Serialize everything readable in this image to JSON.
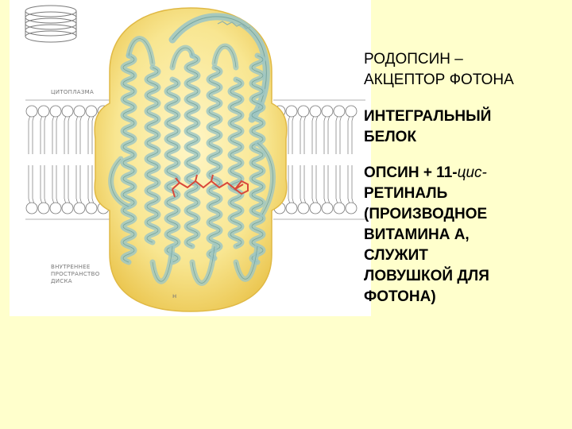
{
  "figure": {
    "labels": {
      "cytoplasm": "ЦИТОПЛАЗМА",
      "intradisc": [
        "ВНУТРЕННЕЕ",
        "ПРОСТРАНСТВО",
        "ДИСКА"
      ]
    },
    "colors": {
      "background": "#FFFFCC",
      "cell_body": "#F8E27A",
      "helix": "#9FC7C3",
      "retinal": "#D9483A",
      "membrane_line": "#6E6E6E"
    }
  },
  "captions": {
    "item1": [
      "РОДОПСИН –",
      "АКЦЕПТОР ФОТОНА"
    ],
    "item2": [
      "ИНТЕГРАЛЬНЫЙ",
      "БЕЛОК"
    ],
    "item3": {
      "line1_bold": "ОПСИН + 11-",
      "line1_italic": "цис-",
      "rest": [
        "РЕТИНАЛЬ",
        "(ПРОИЗВОДНОЕ",
        "ВИТАМИНА А,",
        "СЛУЖИТ",
        "ЛОВУШКОЙ ДЛЯ",
        "ФОТОНА)"
      ]
    }
  }
}
